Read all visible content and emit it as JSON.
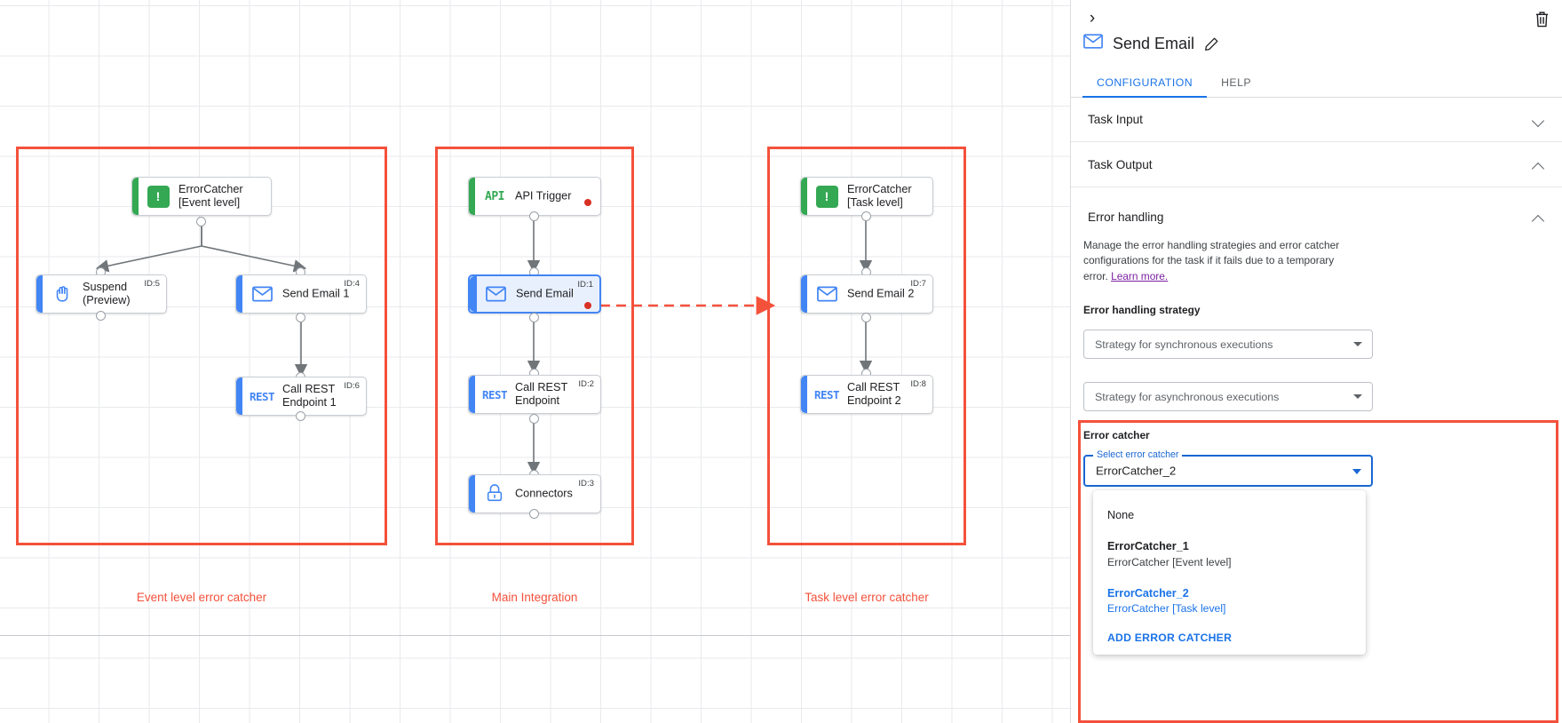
{
  "canvas": {
    "groups": [
      {
        "caption": "Event level error catcher"
      },
      {
        "caption": "Main Integration"
      },
      {
        "caption": "Task level error catcher"
      }
    ],
    "nodes": [
      {
        "id": "ec1",
        "label": "ErrorCatcher\n[Event level]",
        "icon": "error-catcher-icon",
        "badge": "!",
        "idtag": ""
      },
      {
        "id": "susp",
        "label": "Suspend\n(Preview)",
        "icon": "hand-icon",
        "badge": "",
        "idtag": "ID:5"
      },
      {
        "id": "se1",
        "label": "Send Email 1",
        "icon": "envelope-icon",
        "badge": "",
        "idtag": "ID:4"
      },
      {
        "id": "rest1",
        "label": "Call REST\nEndpoint 1",
        "icon": "rest-icon",
        "badge": "REST",
        "idtag": "ID:6"
      },
      {
        "id": "api",
        "label": "API Trigger",
        "icon": "api-trigger-icon",
        "badge": "API",
        "idtag": ""
      },
      {
        "id": "se0",
        "label": "Send Email",
        "icon": "envelope-icon",
        "badge": "",
        "idtag": "ID:1"
      },
      {
        "id": "rest0",
        "label": "Call REST\nEndpoint",
        "icon": "rest-icon",
        "badge": "REST",
        "idtag": "ID:2"
      },
      {
        "id": "conn",
        "label": "Connectors",
        "icon": "connectors-icon",
        "badge": "",
        "idtag": "ID:3"
      },
      {
        "id": "ec2",
        "label": "ErrorCatcher\n[Task level]",
        "icon": "error-catcher-icon",
        "badge": "!",
        "idtag": ""
      },
      {
        "id": "se2",
        "label": "Send Email 2",
        "icon": "envelope-icon",
        "badge": "",
        "idtag": "ID:7"
      },
      {
        "id": "rest2",
        "label": "Call REST\nEndpoint 2",
        "icon": "rest-icon",
        "badge": "REST",
        "idtag": "ID:8"
      }
    ]
  },
  "panel": {
    "title": "Send Email",
    "tabs": [
      {
        "label": "CONFIGURATION",
        "active": true
      },
      {
        "label": "HELP",
        "active": false
      }
    ],
    "sections": [
      {
        "label": "Task Input",
        "expanded": false
      },
      {
        "label": "Task Output",
        "expanded": true
      },
      {
        "label": "Error handling",
        "expanded": true
      }
    ],
    "error_handling": {
      "description": "Manage the error handling strategies and error catcher configurations for the task if it fails due to a temporary error.",
      "learn_more": "Learn more.",
      "strategy_label": "Error handling strategy",
      "sync_placeholder": "Strategy for synchronous executions",
      "async_placeholder": "Strategy for asynchronous executions"
    },
    "error_catcher": {
      "section_label": "Error catcher",
      "float_label": "Select error catcher",
      "value": "ErrorCatcher_2",
      "options": [
        {
          "primary": "None",
          "sub": "",
          "selected": false,
          "bold": false
        },
        {
          "primary": "ErrorCatcher_1",
          "sub": "ErrorCatcher [Event level]",
          "selected": false,
          "bold": true
        },
        {
          "primary": "ErrorCatcher_2",
          "sub": "ErrorCatcher [Task level]",
          "selected": true,
          "bold": true
        }
      ],
      "add_label": "ADD ERROR CATCHER"
    }
  },
  "colors": {
    "accent_blue": "#1a73e8",
    "highlight_red": "#f4513b",
    "green": "#34a853",
    "error_dot": "#d93025"
  }
}
